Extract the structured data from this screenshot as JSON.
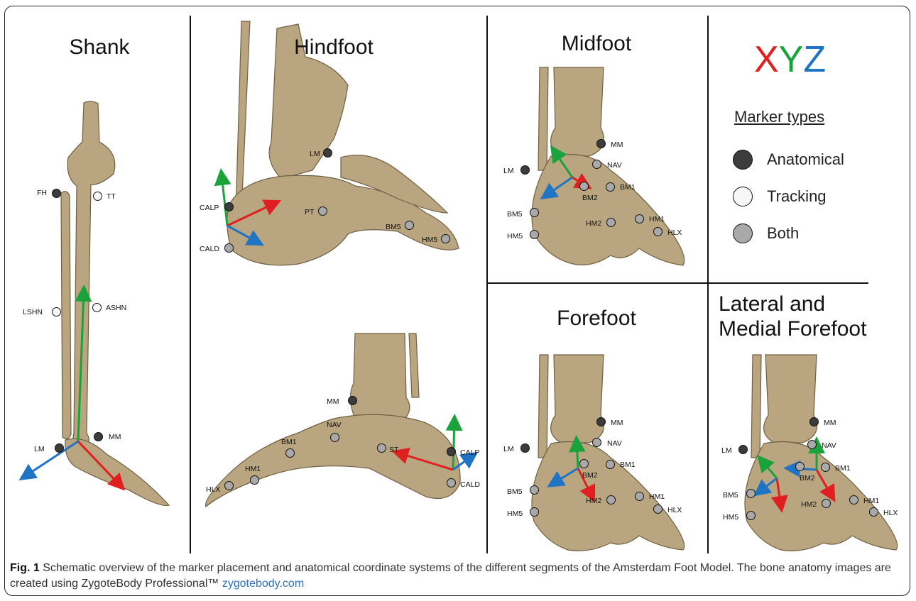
{
  "panels": {
    "shank": {
      "title": "Shank",
      "markers": {
        "fh": "FH",
        "tt": "TT",
        "lshn": "LSHN",
        "ashn": "ASHN",
        "lm": "LM",
        "mm": "MM"
      }
    },
    "hindfoot": {
      "title": "Hindfoot",
      "top_markers": {
        "lm": "LM",
        "calp": "CALP",
        "pt": "PT",
        "cald": "CALD",
        "bm5": "BM5",
        "hm5": "HM5"
      },
      "bottom_markers": {
        "mm": "MM",
        "nav": "NAV",
        "bm1": "BM1",
        "st": "ST",
        "hm1": "HM1",
        "calp": "CALP",
        "hlx": "HLX",
        "cald": "CALD"
      }
    },
    "midfoot": {
      "title": "Midfoot",
      "markers": {
        "mm": "MM",
        "lm": "LM",
        "nav": "NAV",
        "bm2": "BM2",
        "bm1": "BM1",
        "bm5": "BM5",
        "hm1": "HM1",
        "hm2": "HM2",
        "hm5": "HM5",
        "hlx": "HLX"
      }
    },
    "forefoot": {
      "title": "Forefoot",
      "markers": {
        "mm": "MM",
        "lm": "LM",
        "nav": "NAV",
        "bm2": "BM2",
        "bm1": "BM1",
        "bm5": "BM5",
        "hm1": "HM1",
        "hm2": "HM2",
        "hm5": "HM5",
        "hlx": "HLX"
      }
    },
    "lateral_medial": {
      "title_line1": "Lateral and",
      "title_line2": "Medial Forefoot",
      "markers": {
        "mm": "MM",
        "lm": "LM",
        "nav": "NAV",
        "bm2": "BM2",
        "bm1": "BM1",
        "bm5": "BM5",
        "hm1": "HM1",
        "hm2": "HM2",
        "hm5": "HM5",
        "hlx": "HLX"
      }
    }
  },
  "axes": {
    "x": "X",
    "y": "Y",
    "z": "Z",
    "x_color": "#e02020",
    "y_color": "#1aa33b",
    "z_color": "#1f74c4"
  },
  "legend": {
    "title": "Marker types",
    "anatomical": "Anatomical",
    "tracking": "Tracking",
    "both": "Both",
    "anatomical_color": "#3c3c3c",
    "tracking_color": "#f7f7f7",
    "both_color": "#a9a9a9"
  },
  "caption": {
    "label": "Fig. 1",
    "text": " Schematic overview of the marker placement and anatomical coordinate systems of the different segments of the Amsterdam Foot Model. The bone anatomy images are created using ZygoteBody Professional™ ",
    "link": "zygotebody.com"
  }
}
